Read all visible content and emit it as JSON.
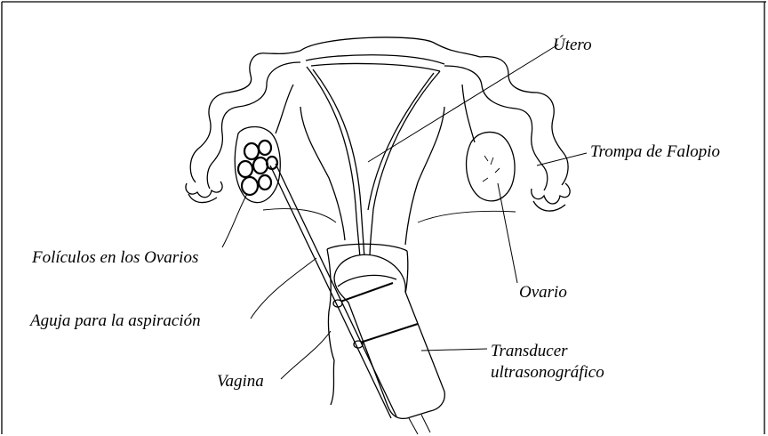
{
  "diagram": {
    "labels": {
      "utero": "Útero",
      "trompa": "Trompa de Falopio",
      "foliculos": "Folículos en los Ovarios",
      "ovario": "Ovario",
      "aguja": "Aguja para la aspiración",
      "transducer_line1": "Transducer",
      "transducer_line2": "ultrasonográfico",
      "vagina": "Vagina"
    }
  }
}
